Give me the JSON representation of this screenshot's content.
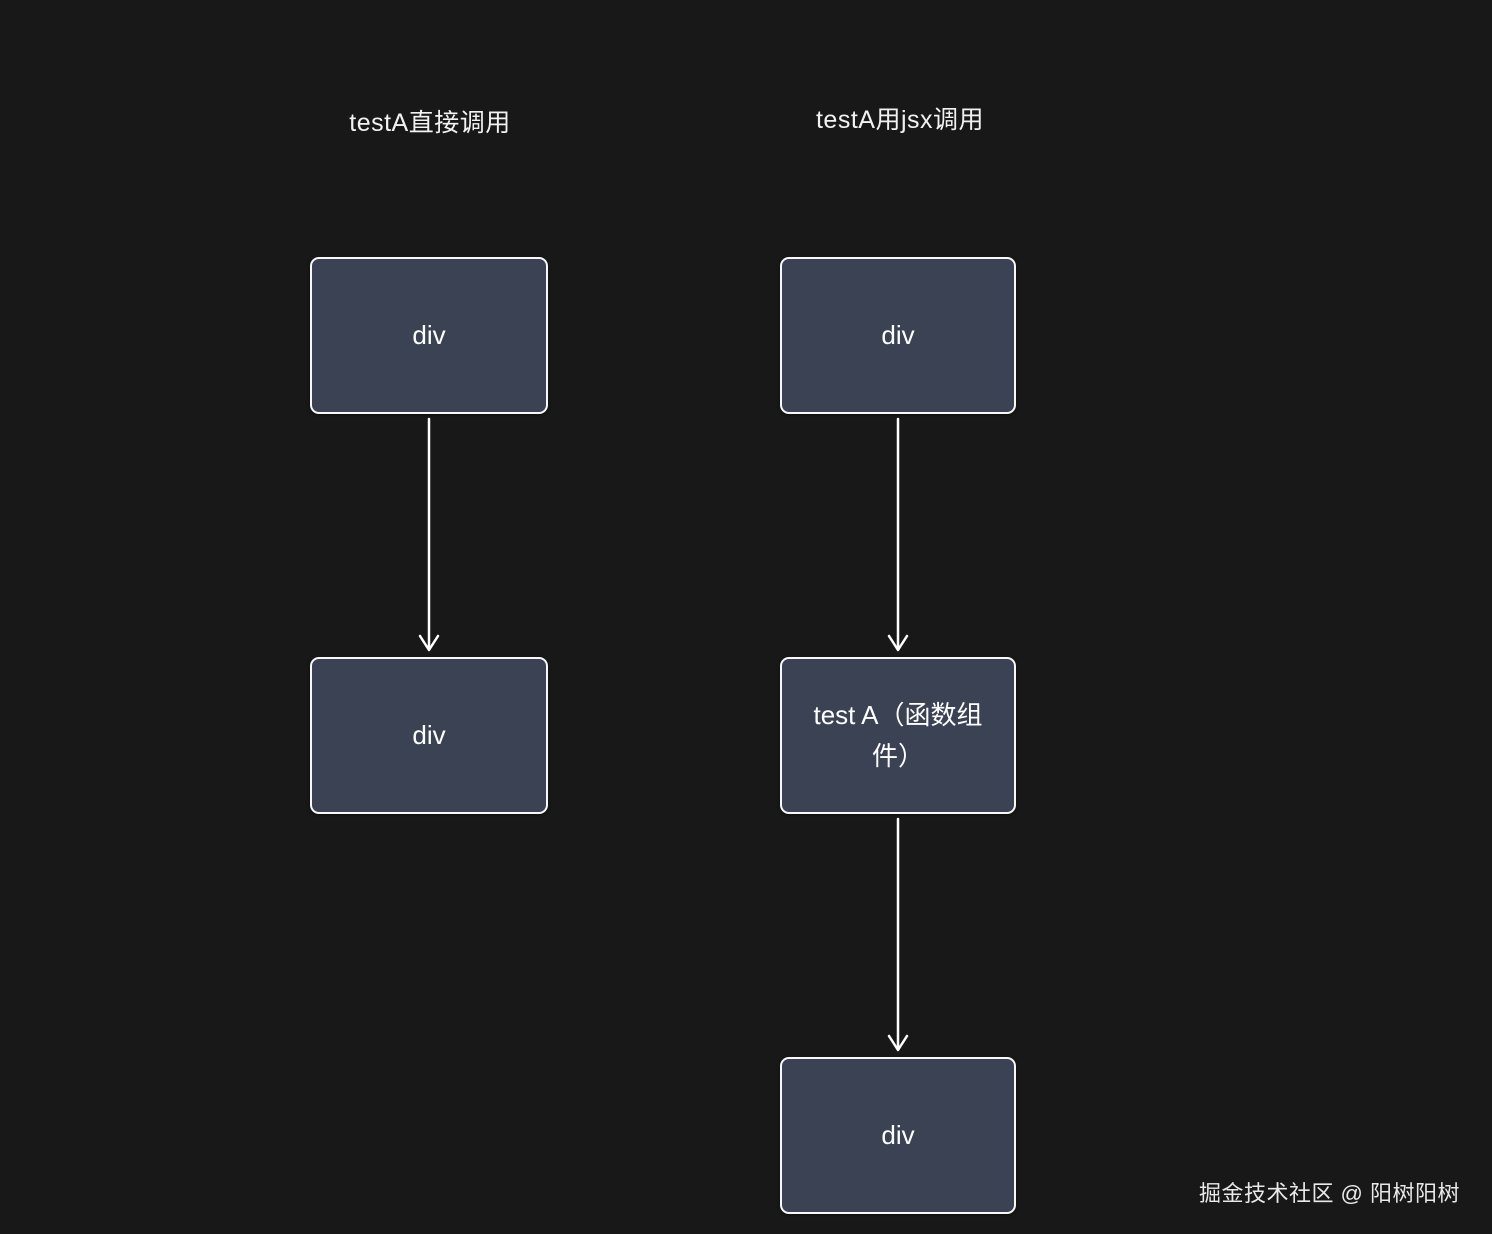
{
  "diagram": {
    "columns": [
      {
        "title": "testA直接调用",
        "nodes": [
          {
            "label": "div"
          },
          {
            "label": "div"
          }
        ]
      },
      {
        "title": "testA用jsx调用",
        "nodes": [
          {
            "label": "div"
          },
          {
            "label": "test A（函数组件）"
          },
          {
            "label": "div"
          }
        ]
      }
    ],
    "colors": {
      "background": "#181818",
      "node_fill": "#3a4254",
      "node_border": "#f8f8f8",
      "text": "#ffffff",
      "arrow": "#ffffff"
    },
    "watermark": "掘金技术社区 @ 阳树阳树"
  }
}
